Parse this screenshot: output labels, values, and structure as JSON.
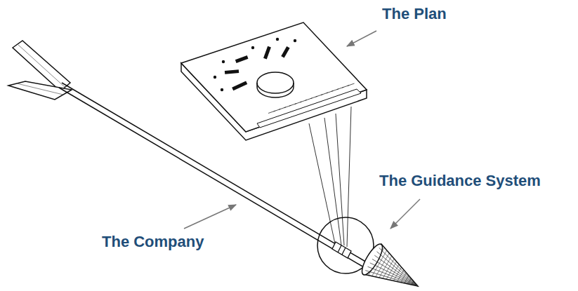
{
  "diagram": {
    "labels": [
      "The Plan",
      "The Guidance System",
      "The Company"
    ]
  }
}
